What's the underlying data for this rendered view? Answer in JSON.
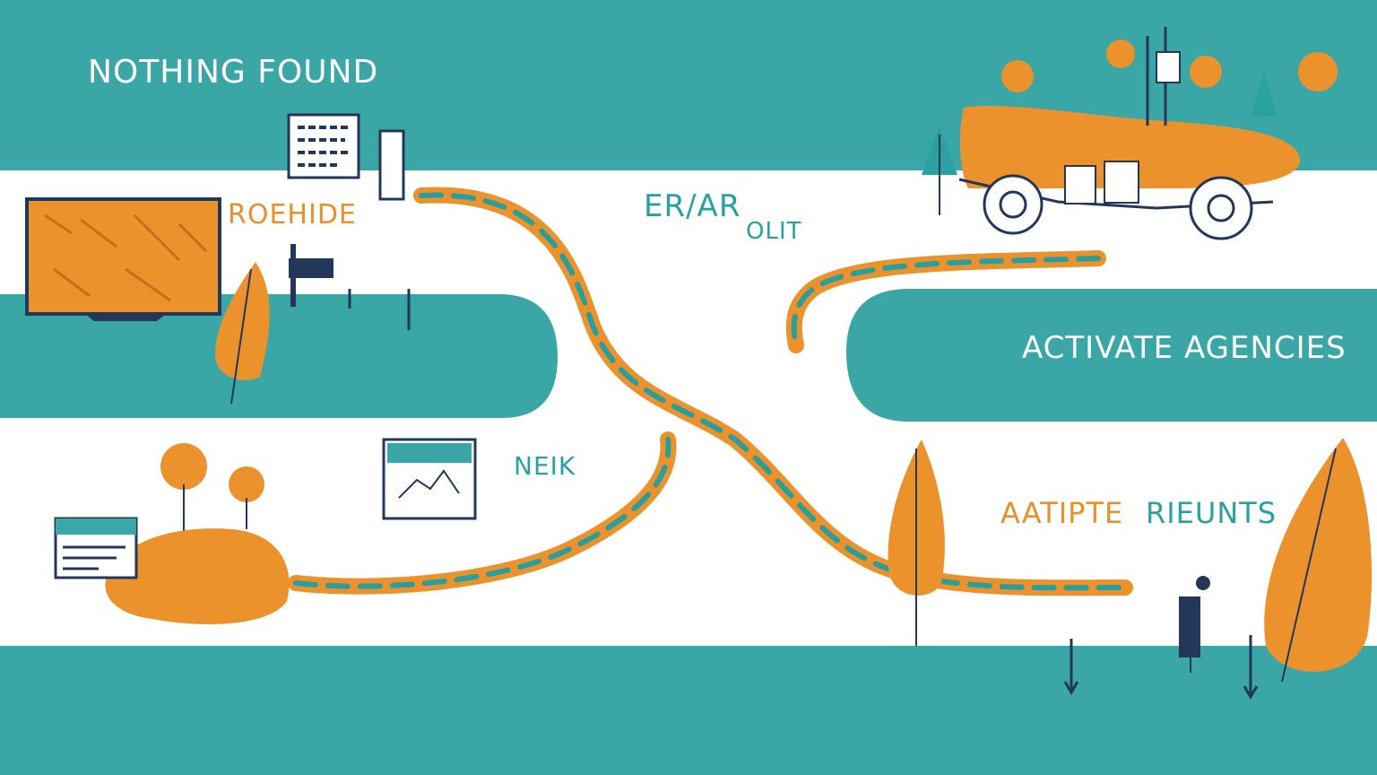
{
  "colors": {
    "teal": "#3aa6a6",
    "orange": "#eb922c",
    "navy": "#23375a",
    "white": "#ffffff"
  },
  "labels": {
    "title": "NOTHING FOUND",
    "roehide": "ROEHIDE",
    "error": "ER/AR",
    "olit": "OLIT",
    "activate": "ACTIVATE AGENCIES",
    "neik": "NEIK",
    "aatipte": "AATIPTE",
    "rieunts": "RIEUNTS"
  },
  "icons": [
    "monitor-icon",
    "document-icon",
    "signpost-icon",
    "tree-icon",
    "browser-window-icon",
    "chart-window-icon",
    "truck-icon",
    "person-icon"
  ]
}
